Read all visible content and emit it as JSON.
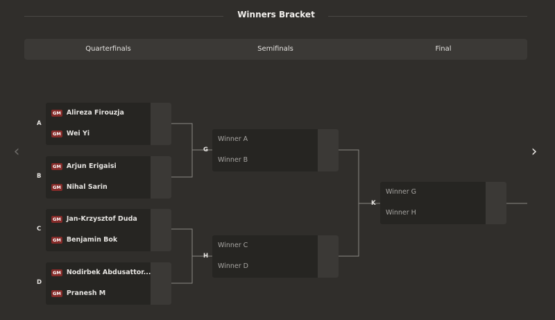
{
  "header": {
    "title": "Winners Bracket"
  },
  "rounds": [
    "Quarterfinals",
    "Semifinals",
    "Final"
  ],
  "nav": {
    "prev": "‹",
    "next": "›"
  },
  "quarterfinals": [
    {
      "label": "A",
      "p1": {
        "title": "GM",
        "name": "Alireza Firouzja"
      },
      "p2": {
        "title": "GM",
        "name": "Wei Yi"
      }
    },
    {
      "label": "B",
      "p1": {
        "title": "GM",
        "name": "Arjun Erigaisi"
      },
      "p2": {
        "title": "GM",
        "name": "Nihal Sarin"
      }
    },
    {
      "label": "C",
      "p1": {
        "title": "GM",
        "name": "Jan-Krzysztof Duda"
      },
      "p2": {
        "title": "GM",
        "name": "Benjamin Bok"
      }
    },
    {
      "label": "D",
      "p1": {
        "title": "GM",
        "name": "Nodirbek Abdusattor..."
      },
      "p2": {
        "title": "GM",
        "name": "Pranesh M"
      }
    }
  ],
  "semifinals": [
    {
      "label": "G",
      "p1": "Winner A",
      "p2": "Winner B"
    },
    {
      "label": "H",
      "p1": "Winner C",
      "p2": "Winner D"
    }
  ],
  "final": {
    "label": "K",
    "p1": "Winner G",
    "p2": "Winner H"
  },
  "colors": {
    "background": "#302e2b",
    "card": "#262522",
    "score": "#3b3936",
    "gm_badge": "#862b29"
  }
}
